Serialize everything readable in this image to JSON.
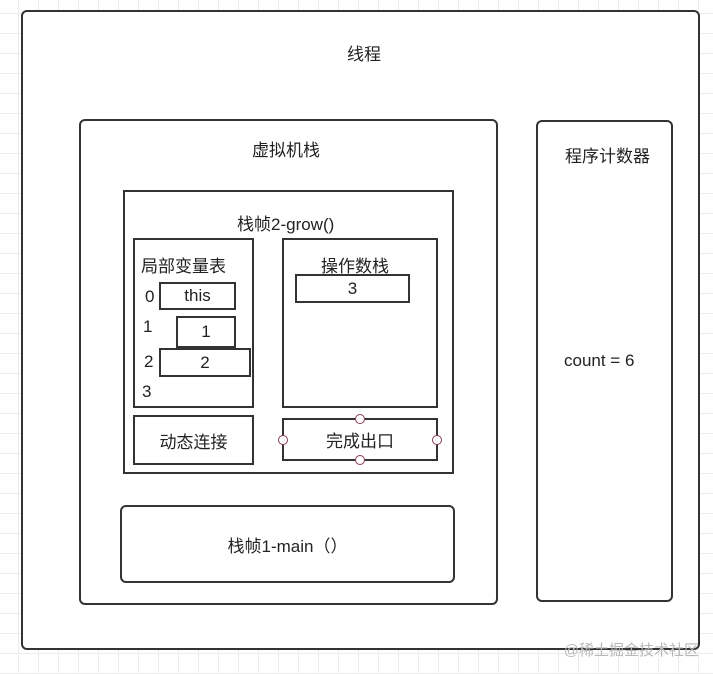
{
  "thread": {
    "title": "线程"
  },
  "vm_stack": {
    "title": "虚拟机栈",
    "frame2": {
      "title": "栈帧2-grow()",
      "local_vars": {
        "title": "局部变量表",
        "slots": [
          {
            "index": "0",
            "value": "this"
          },
          {
            "index": "1",
            "value": "1"
          },
          {
            "index": "2",
            "value": "2"
          },
          {
            "index": "3",
            "value": ""
          }
        ]
      },
      "operand_stack": {
        "title": "操作数栈",
        "top_value": "3"
      },
      "dynamic_link": "动态连接",
      "return_exit": "完成出口"
    },
    "frame1": {
      "title": "栈帧1-main（）"
    }
  },
  "pc_register": {
    "title": "程序计数器",
    "value": "count = 6"
  },
  "watermark": "@稀土掘金技术社区",
  "colors": {
    "border": "#333333",
    "handle": "#8a3d50",
    "grid": "#ececec"
  }
}
